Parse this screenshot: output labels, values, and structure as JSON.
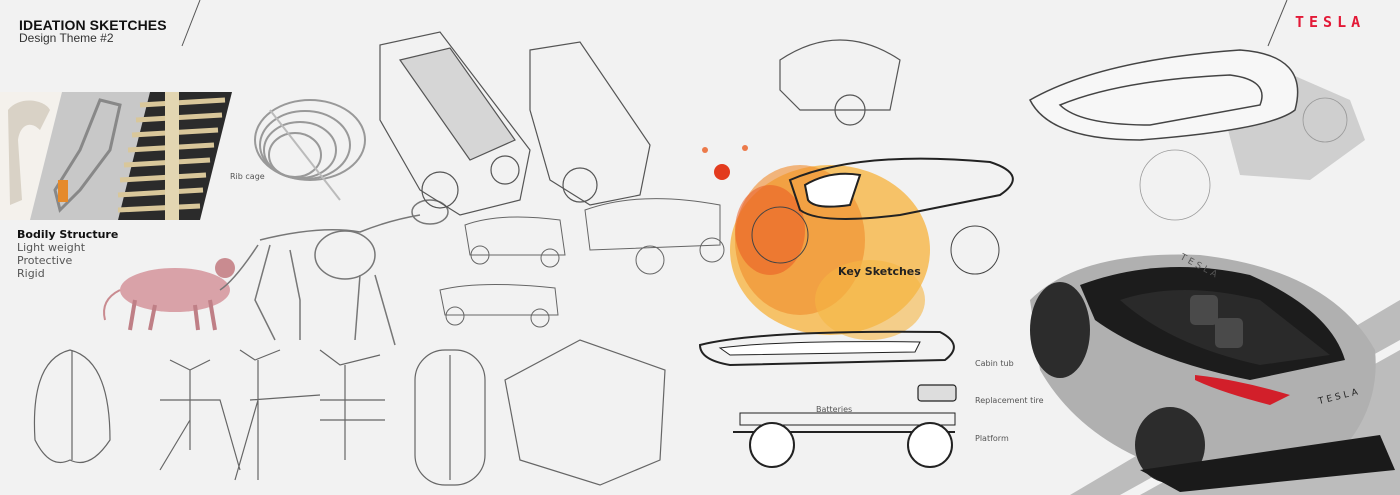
{
  "header": {
    "title": "IDEATION SKETCHES",
    "subtitle": "Design Theme #2"
  },
  "brand": {
    "logo_text": "TESLA",
    "accent_color": "#e31937"
  },
  "inspiration": {
    "heading": "Bodily Structure",
    "attributes": [
      "Light weight",
      "Protective",
      "Rigid"
    ],
    "rib_cage_label": "Rib cage"
  },
  "key_sketches": {
    "label": "Key Sketches",
    "splash_colors": [
      "#f7a21b",
      "#ee6a22",
      "#e33b1e"
    ]
  },
  "exploded_view": {
    "labels": {
      "cabin_tub": "Cabin tub",
      "replacement_tire": "Replacement tire",
      "platform": "Platform",
      "batteries": "Batteries"
    }
  },
  "render": {
    "badge_rear": "TESLA",
    "badge_top": "TESLA",
    "body_color": "#b9b9b9",
    "taillight_color": "#d21f2a"
  }
}
